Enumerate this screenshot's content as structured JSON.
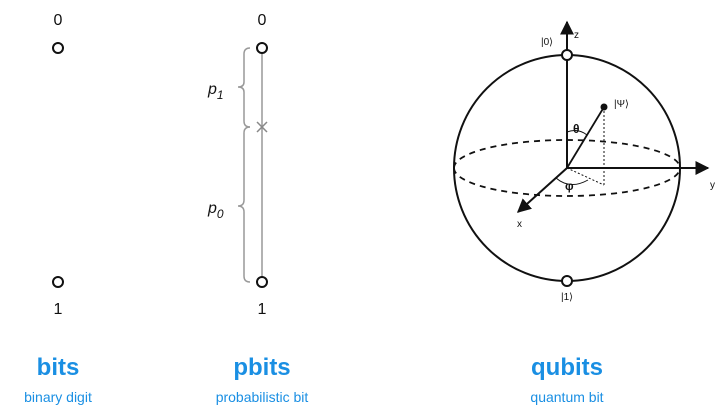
{
  "colors": {
    "accent": "#1a8fe3",
    "ink": "#111111",
    "subtle": "#999999"
  },
  "bits": {
    "top_label": "0",
    "bottom_label": "1",
    "title": "bits",
    "subtitle": "binary digit"
  },
  "pbits": {
    "top_label": "0",
    "bottom_label": "1",
    "p1_base": "p",
    "p1_sub": "1",
    "p0_base": "p",
    "p0_sub": "0",
    "title": "pbits",
    "subtitle": "probabilistic bit"
  },
  "qubits": {
    "z_label": "z",
    "y_label": "y",
    "x_label": "x",
    "theta_label": "θ",
    "phi_label": "φ",
    "ket0_label": "|0⟩",
    "ket1_label": "|1⟩",
    "psi_label": "|Ψ⟩",
    "title": "qubits",
    "subtitle": "quantum bit"
  }
}
